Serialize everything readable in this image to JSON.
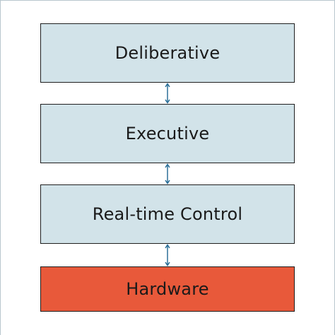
{
  "diagram": {
    "layers": [
      {
        "label": "Deliberative",
        "fill": "#d2e3e9"
      },
      {
        "label": "Executive",
        "fill": "#d2e3e9"
      },
      {
        "label": "Real-time Control",
        "fill": "#d2e3e9"
      },
      {
        "label": "Hardware",
        "fill": "#e8593a"
      }
    ],
    "connector_color": "#2a6f98",
    "edges": [
      {
        "from": "Deliberative",
        "to": "Executive",
        "direction": "bidirectional"
      },
      {
        "from": "Executive",
        "to": "Real-time Control",
        "direction": "bidirectional"
      },
      {
        "from": "Real-time Control",
        "to": "Hardware",
        "direction": "bidirectional"
      }
    ]
  }
}
